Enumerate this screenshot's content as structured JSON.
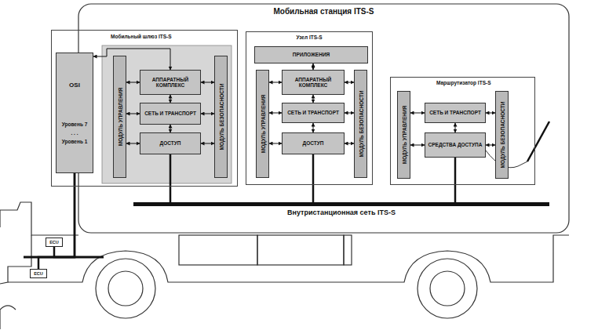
{
  "diagram": {
    "title": "Мобильная станция ITS-S",
    "nodes": [
      {
        "text": [
          "Мобильная станция ITS-S"
        ]
      },
      {
        "text": [
          "Мобильный шлюз ITS-S"
        ],
        "in": 0
      },
      {
        "text": [
          "OSI",
          "Уровень 7",
          ". . .",
          "Уровень 1"
        ],
        "in": 1
      },
      {
        "text": [
          "МОДУЛЬ УПРАВЛЕНИЯ"
        ],
        "in": 1
      },
      {
        "text": [
          "АППАРАТНЫЙ КОМПЛЕКС"
        ],
        "in": 1
      },
      {
        "text": [
          "СЕТЬ И ТРАНСПОРТ"
        ],
        "in": 1
      },
      {
        "text": [
          "ДОСТУП"
        ],
        "in": 1
      },
      {
        "text": [
          "МОДУЛЬ БЕЗОПАСНОСТИ"
        ],
        "in": 1
      },
      {
        "text": [
          "Узел ITS-S"
        ],
        "in": 0
      },
      {
        "text": [
          "ПРИЛОЖЕНИЯ"
        ],
        "in": 8
      },
      {
        "text": [
          "МОДУЛЬ УПРАВЛЕНИЯ"
        ],
        "in": 8
      },
      {
        "text": [
          "АППАРАТНЫЙ КОМПЛЕКС"
        ],
        "in": 8
      },
      {
        "text": [
          "СЕТЬ И ТРАНСПОРТ"
        ],
        "in": 8
      },
      {
        "text": [
          "ДОСТУП"
        ],
        "in": 8
      },
      {
        "text": [
          "МОДУЛЬ БЕЗОПАСНОСТИ"
        ],
        "in": 8
      },
      {
        "text": [
          "Маршрутизатор ITS-S"
        ],
        "in": 0
      },
      {
        "text": [
          "МОДУЛЬ УПРАВЛЕНИЯ"
        ],
        "in": 15
      },
      {
        "text": [
          "СЕТЬ И ТРАНСПОРТ"
        ],
        "in": 15
      },
      {
        "text": [
          "СРЕДСТВА ДОСТУПА"
        ],
        "in": 15
      },
      {
        "text": [
          "МОДУЛЬ БЕЗОПАСНОСТИ"
        ],
        "in": 15
      },
      {
        "text": [
          "Внутристанционная сеть ITS-S"
        ],
        "in": 0
      },
      {
        "text": [
          "ECU"
        ]
      },
      {
        "text": [
          "ECU"
        ]
      }
    ],
    "edges": [
      {
        "from": 2,
        "to": 4,
        "arrow": "both"
      },
      {
        "from": 4,
        "to": 5,
        "arrow": "both"
      },
      {
        "from": 5,
        "to": 6,
        "arrow": "both"
      },
      {
        "from": 3,
        "to": 4,
        "arrow": "both"
      },
      {
        "from": 3,
        "to": 5,
        "arrow": "both"
      },
      {
        "from": 3,
        "to": 6,
        "arrow": "both"
      },
      {
        "from": 7,
        "to": 4,
        "arrow": "both"
      },
      {
        "from": 7,
        "to": 5,
        "arrow": "both"
      },
      {
        "from": 7,
        "to": 6,
        "arrow": "both"
      },
      {
        "from": 6,
        "to": 20,
        "arrow": "none"
      },
      {
        "from": 2,
        "to": 21,
        "arrow": "none"
      },
      {
        "from": 2,
        "to": 22,
        "arrow": "none"
      },
      {
        "from": 9,
        "to": 11,
        "arrow": "both"
      },
      {
        "from": 11,
        "to": 12,
        "arrow": "both"
      },
      {
        "from": 12,
        "to": 13,
        "arrow": "both"
      },
      {
        "from": 10,
        "to": 11,
        "arrow": "both"
      },
      {
        "from": 10,
        "to": 12,
        "arrow": "both"
      },
      {
        "from": 10,
        "to": 13,
        "arrow": "both"
      },
      {
        "from": 14,
        "to": 11,
        "arrow": "both"
      },
      {
        "from": 14,
        "to": 12,
        "arrow": "both"
      },
      {
        "from": 14,
        "to": 13,
        "arrow": "both"
      },
      {
        "from": 13,
        "to": 20,
        "arrow": "none"
      },
      {
        "from": 17,
        "to": 18,
        "arrow": "both"
      },
      {
        "from": 16,
        "to": 17,
        "arrow": "both"
      },
      {
        "from": 16,
        "to": 18,
        "arrow": "both"
      },
      {
        "from": 19,
        "to": 17,
        "arrow": "both"
      },
      {
        "from": 19,
        "to": 18,
        "arrow": "both"
      },
      {
        "from": 18,
        "to": 20,
        "arrow": "none"
      }
    ]
  }
}
